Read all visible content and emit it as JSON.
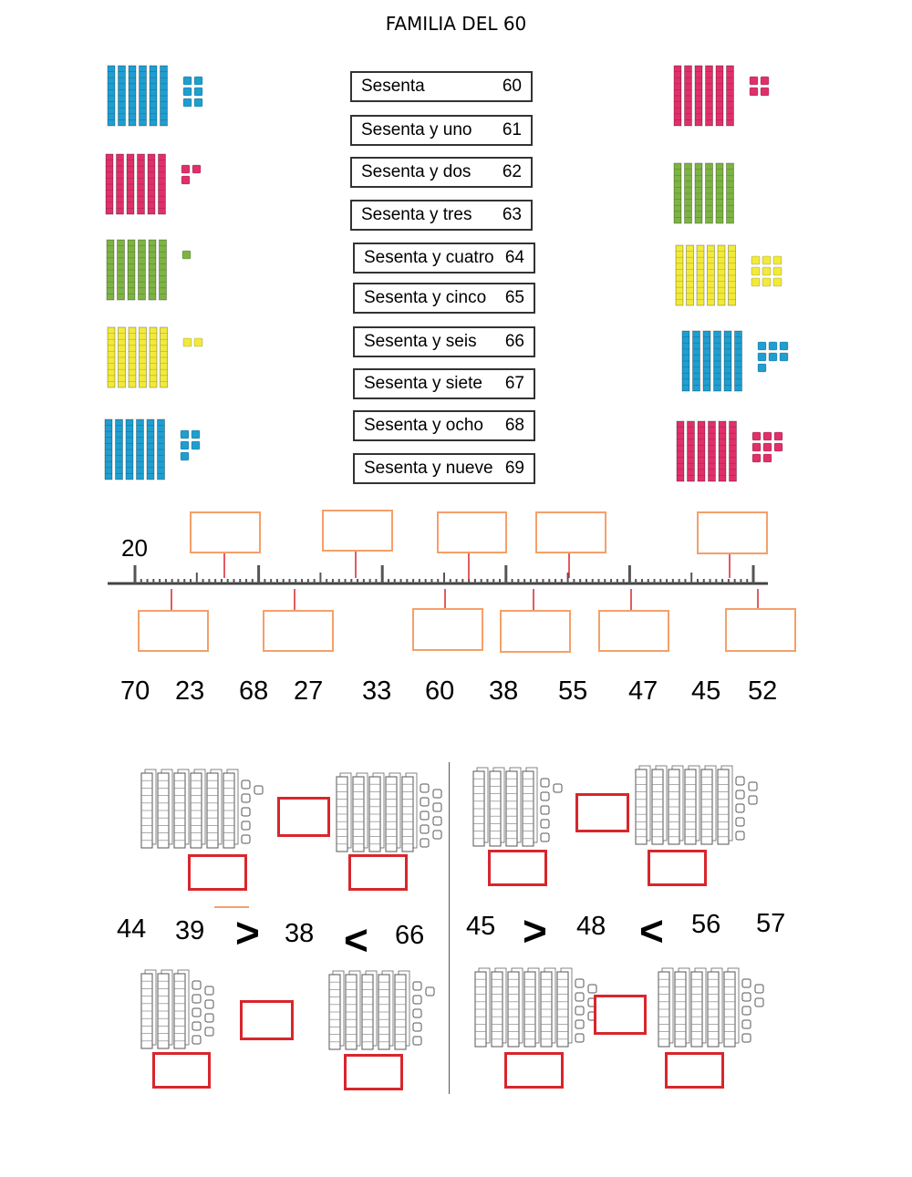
{
  "title": "FAMILIA DEL 60",
  "colors": {
    "blue": "#1f9ed0",
    "pink": "#e0306a",
    "green": "#7db343",
    "yellow": "#f2ea3a",
    "orange": "#f4a06a",
    "red": "#d8262c"
  },
  "number_words": [
    {
      "word": "Sesenta",
      "number": "60"
    },
    {
      "word": "Sesenta y uno",
      "number": "61"
    },
    {
      "word": "Sesenta y dos",
      "number": "62"
    },
    {
      "word": "Sesenta y tres",
      "number": "63"
    },
    {
      "word": "Sesenta y cuatro",
      "number": "64"
    },
    {
      "word": "Sesenta y cinco",
      "number": "65"
    },
    {
      "word": "Sesenta y seis",
      "number": "66"
    },
    {
      "word": "Sesenta y siete",
      "number": "67"
    },
    {
      "word": "Sesenta y ocho",
      "number": "68"
    },
    {
      "word": "Sesenta y nueve",
      "number": "69"
    }
  ],
  "left_blocks": [
    {
      "color": "blue",
      "tens": 6,
      "units": 6
    },
    {
      "color": "pink",
      "tens": 6,
      "units": 3
    },
    {
      "color": "green",
      "tens": 6,
      "units": 1
    },
    {
      "color": "yellow",
      "tens": 6,
      "units": 2
    },
    {
      "color": "blue",
      "tens": 6,
      "units": 5
    }
  ],
  "right_blocks": [
    {
      "color": "pink",
      "tens": 6,
      "units": 4
    },
    {
      "color": "green",
      "tens": 6,
      "units": 0
    },
    {
      "color": "yellow",
      "tens": 6,
      "units": 9
    },
    {
      "color": "blue",
      "tens": 6,
      "units": 7
    },
    {
      "color": "pink",
      "tens": 6,
      "units": 8
    }
  ],
  "number_line": {
    "start_label": "20"
  },
  "number_bank": [
    "70",
    "23",
    "68",
    "27",
    "33",
    "60",
    "38",
    "55",
    "47",
    "45",
    "52"
  ],
  "compare_numbers": [
    "44",
    "39",
    "38",
    "66",
    "45",
    "48",
    "56",
    "57"
  ],
  "compare_symbols": [
    ">",
    "<",
    ">",
    "<"
  ],
  "comparison_groups": [
    {
      "left": {
        "tens": 6,
        "units": 6
      },
      "right": {
        "tens": 5,
        "units": 9
      }
    },
    {
      "left": {
        "tens": 4,
        "units": 6
      },
      "right": {
        "tens": 6,
        "units": 7
      }
    },
    {
      "left": {
        "tens": 3,
        "units": 9
      },
      "right": {
        "tens": 5,
        "units": 6
      }
    },
    {
      "left": {
        "tens": 6,
        "units": 8
      },
      "right": {
        "tens": 5,
        "units": 7
      }
    }
  ]
}
